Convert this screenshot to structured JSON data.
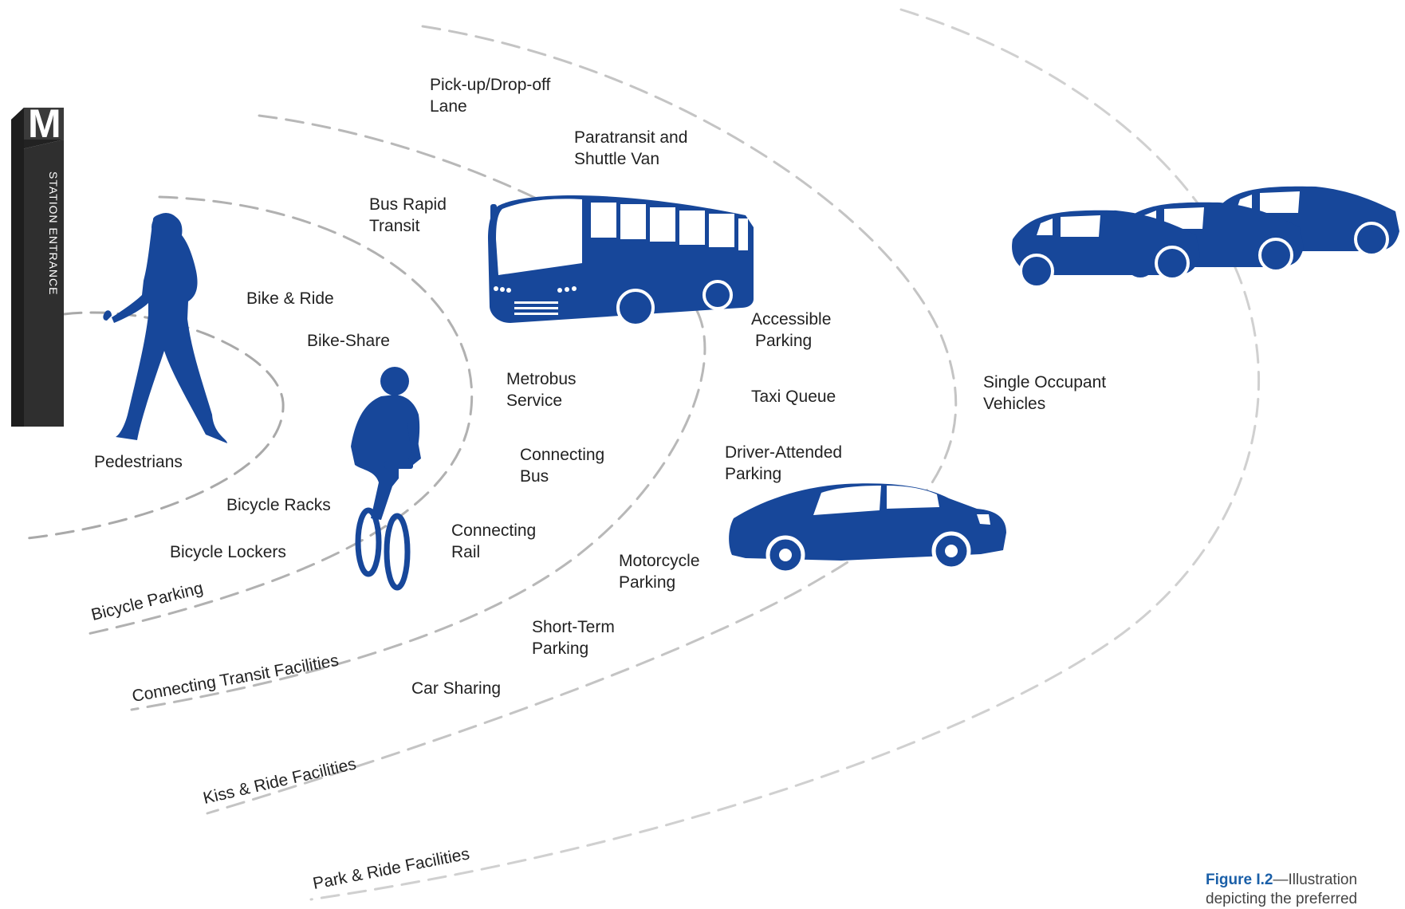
{
  "colors": {
    "icon_fill": "#17479a",
    "ring_dash": "#b5b5b5",
    "sign": "#2f2f2f",
    "caption_accent": "#1a5fa8"
  },
  "sign": {
    "letter": "M",
    "text": "STATION ENTRANCE"
  },
  "rings": {
    "bicycle_parking": "Bicycle Parking",
    "connecting_transit": "Connecting Transit Facilities",
    "kiss_ride": "Kiss & Ride Facilities",
    "park_ride": "Park & Ride Facilities"
  },
  "labels": {
    "pickup": [
      "Pick-up/Drop-off",
      "Lane"
    ],
    "paratransit": [
      "Paratransit and",
      "Shuttle Van"
    ],
    "brt": [
      "Bus Rapid",
      "Transit"
    ],
    "bike_ride": "Bike & Ride",
    "bike_share": "Bike-Share",
    "pedestrians": "Pedestrians",
    "bicycle_racks": "Bicycle Racks",
    "bicycle_lockers": "Bicycle Lockers",
    "metrobus": [
      "Metrobus",
      "Service"
    ],
    "connecting_bus": [
      "Connecting",
      "Bus"
    ],
    "connecting_rail": [
      "Connecting",
      "Rail"
    ],
    "accessible_parking": [
      "Accessible",
      "Parking"
    ],
    "taxi_queue": "Taxi Queue",
    "driver_attended": [
      "Driver-Attended",
      "Parking"
    ],
    "motorcycle_parking": [
      "Motorcycle",
      "Parking"
    ],
    "short_term": [
      "Short-Term",
      "Parking"
    ],
    "car_sharing": "Car Sharing",
    "single_occupant": [
      "Single Occupant",
      "Vehicles"
    ]
  },
  "icons": [
    "station-sign-icon",
    "pedestrian-icon",
    "cyclist-icon",
    "bus-icon",
    "car-icon",
    "cars-group-icon"
  ],
  "caption": {
    "figure": "Figure I.2",
    "text": "—Illustration",
    "line2": "depicting the preferred"
  }
}
